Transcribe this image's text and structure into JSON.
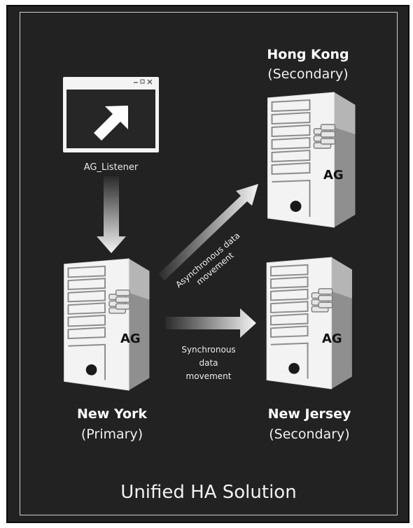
{
  "listener": {
    "label": "AG_Listener"
  },
  "nodes": {
    "hong_kong": {
      "name": "Hong Kong",
      "role": "(Secondary)",
      "badge": "AG"
    },
    "new_york": {
      "name": "New York",
      "role": "(Primary)",
      "badge": "AG"
    },
    "new_jersey": {
      "name": "New Jersey",
      "role": "(Secondary)",
      "badge": "AG"
    }
  },
  "links": {
    "async": {
      "line1": "Asynchronous  data",
      "line2": "movement"
    },
    "sync": {
      "line1": "Synchronous",
      "line2": "data",
      "line3": "movement"
    }
  },
  "footer": {
    "title": "Unified HA Solution"
  },
  "colors": {
    "background": "#222222",
    "foreground": "#ffffff"
  }
}
